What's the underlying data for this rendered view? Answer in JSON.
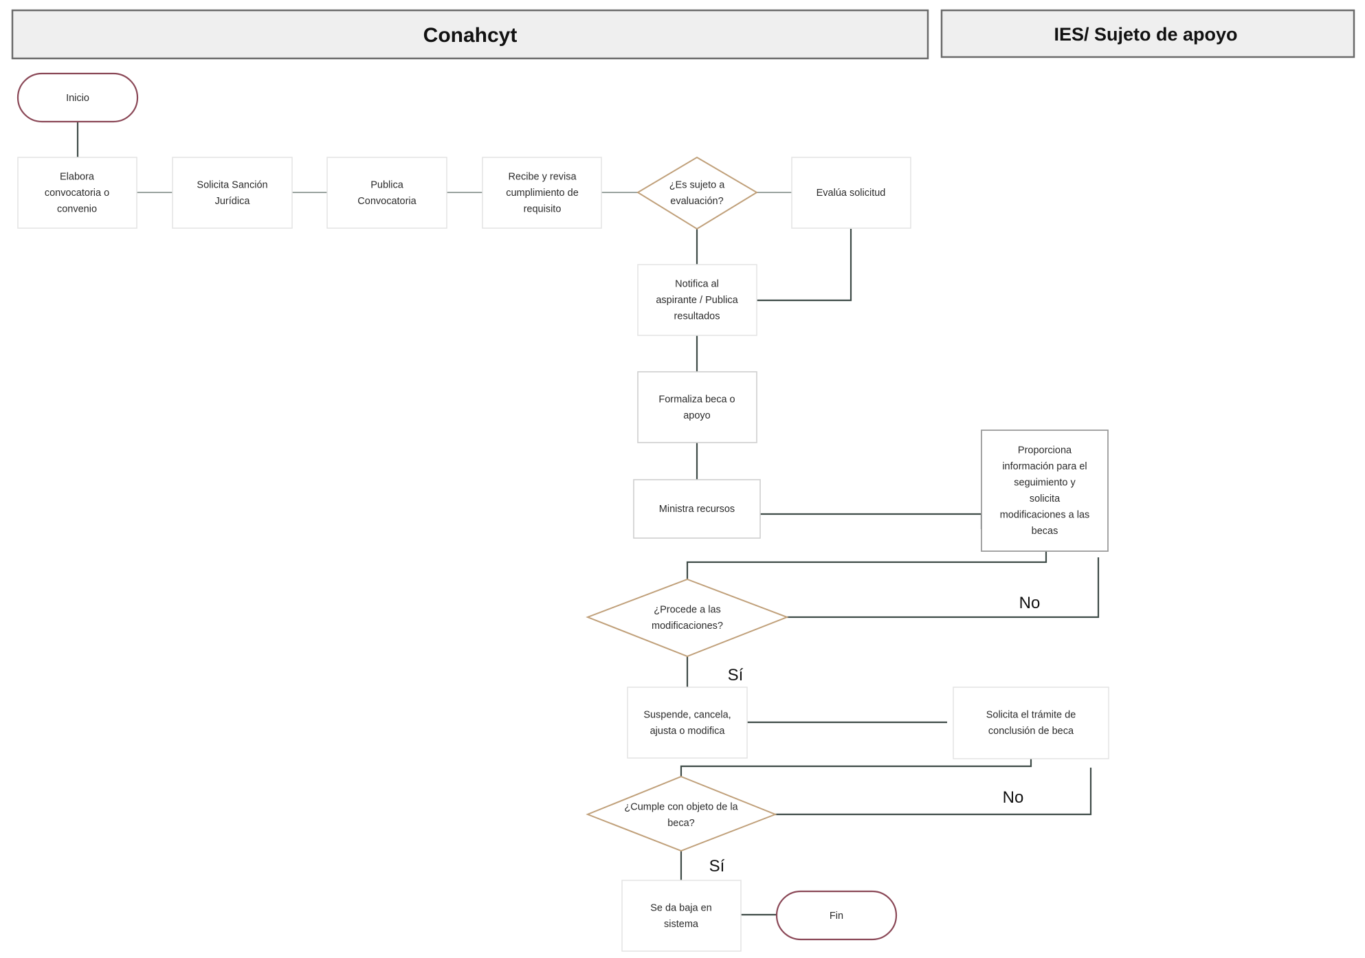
{
  "lanes": {
    "conahcyt": "Conahcyt",
    "ies": "IES/ Sujeto de apoyo"
  },
  "nodes": {
    "inicio": [
      "Inicio"
    ],
    "elabora": [
      "Elabora",
      "convocatoria o",
      "convenio"
    ],
    "solicita_sancion": [
      "Solicita Sanción",
      "Jurídica"
    ],
    "publica": [
      "Publica",
      "Convocatoria"
    ],
    "recibe": [
      "Recibe y revisa",
      "cumplimiento de",
      "requisito"
    ],
    "es_sujeto": [
      "¿Es sujeto a",
      "evaluación?"
    ],
    "evalua": [
      "Evalúa solicitud"
    ],
    "notifica": [
      "Notifica al",
      "aspirante / Publica",
      "resultados"
    ],
    "formaliza": [
      "Formaliza beca o",
      "apoyo"
    ],
    "ministra": [
      "Ministra recursos"
    ],
    "proporciona": [
      "Proporciona",
      "información para el",
      "seguimiento y",
      "solicita",
      "modificaciones a las",
      "becas"
    ],
    "procede": [
      "¿Procede a las",
      "modificaciones?"
    ],
    "suspende": [
      "Suspende, cancela,",
      "ajusta o modifica"
    ],
    "solicita_tramite": [
      "Solicita el trámite de",
      "conclusión de beca"
    ],
    "cumple": [
      "¿Cumple con objeto de la",
      "beca?"
    ],
    "baja": [
      "Se da baja en",
      "sistema"
    ],
    "fin": [
      "Fin"
    ]
  },
  "edge_labels": {
    "procede_no": "No",
    "procede_si": "Sí",
    "cumple_no": "No",
    "cumple_si": "Sí"
  }
}
